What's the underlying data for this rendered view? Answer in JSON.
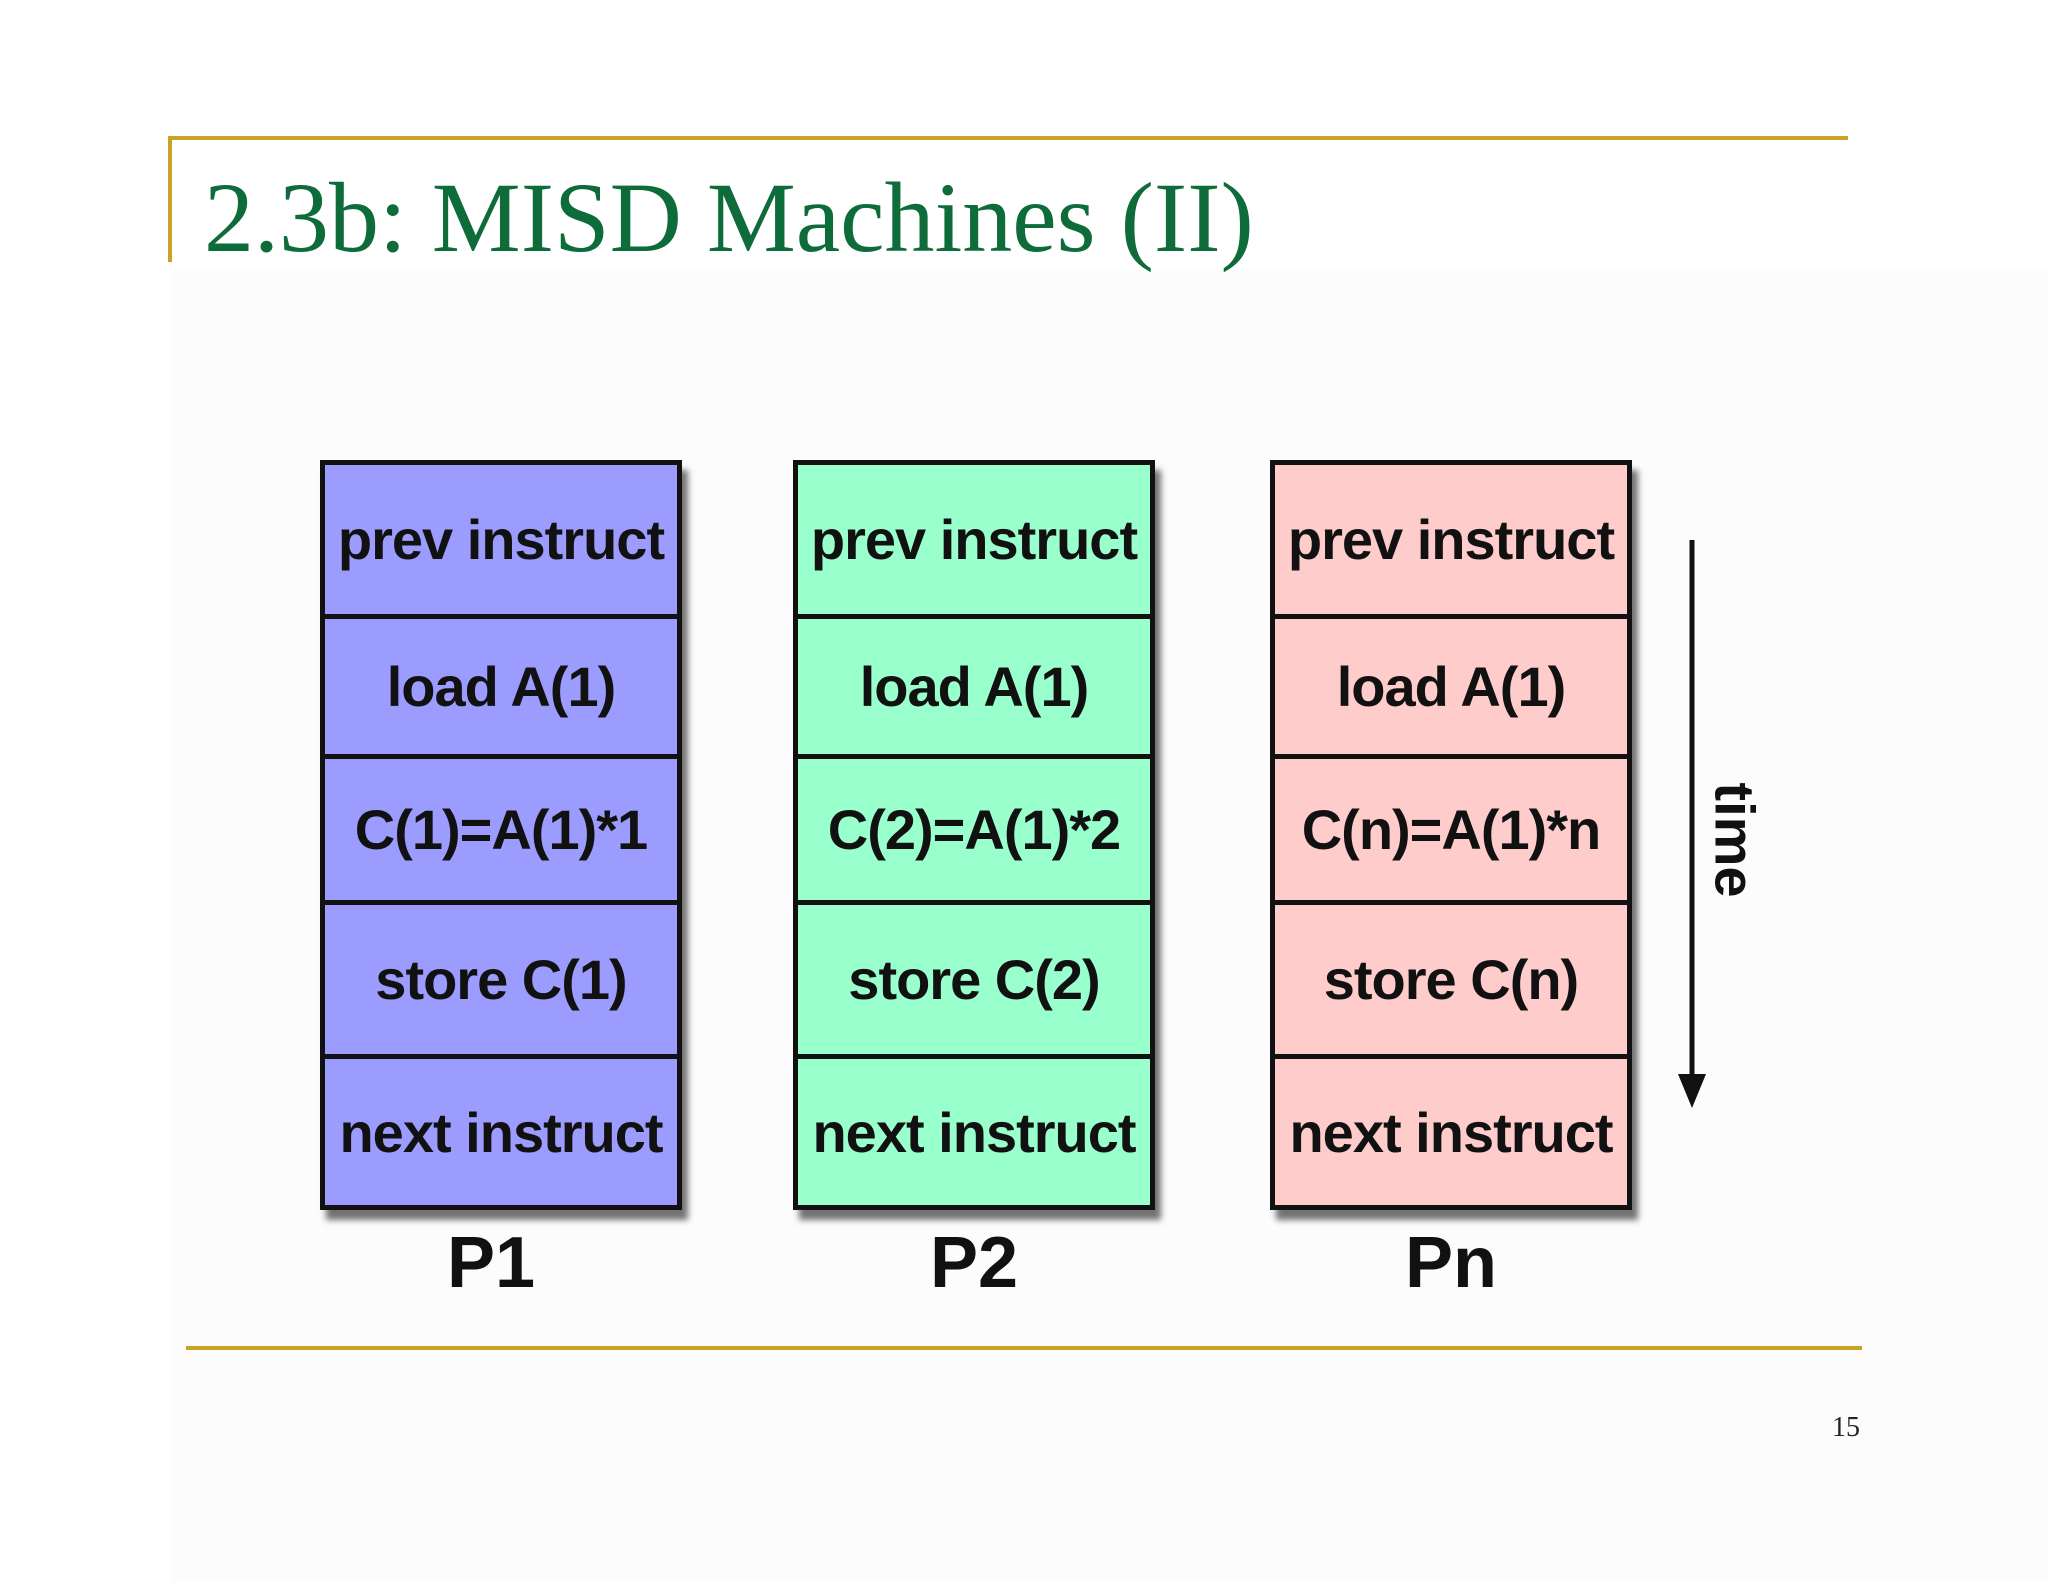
{
  "slide": {
    "title": "2.3b: MISD Machines (II)",
    "page_number": "15"
  },
  "diagram": {
    "processors": [
      {
        "label": "P1",
        "color": "#9c9cff",
        "steps": [
          "prev instruct",
          "load A(1)",
          "C(1)=A(1)*1",
          "store C(1)",
          "next instruct"
        ]
      },
      {
        "label": "P2",
        "color": "#99ffcc",
        "steps": [
          "prev instruct",
          "load A(1)",
          "C(2)=A(1)*2",
          "store C(2)",
          "next instruct"
        ]
      },
      {
        "label": "Pn",
        "color": "#ffcccc",
        "steps": [
          "prev instruct",
          "load A(1)",
          "C(n)=A(1)*n",
          "store C(n)",
          "next instruct"
        ]
      }
    ],
    "time_label": "time"
  },
  "colors": {
    "title": "#0e6b3a",
    "rule": "#c9a227"
  },
  "icons": {
    "time_arrow": "arrow-down-icon"
  }
}
